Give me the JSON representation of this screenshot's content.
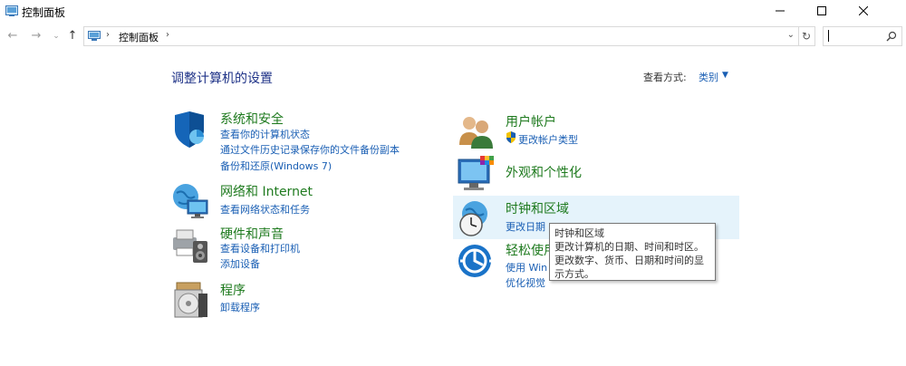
{
  "window": {
    "title": "控制面板",
    "minimize_icon": "minimize-icon",
    "maximize_icon": "maximize-icon",
    "close_icon": "close-icon"
  },
  "address_bar": {
    "breadcrumb": [
      "控制面板"
    ],
    "search_placeholder": ""
  },
  "main": {
    "heading": "调整计算机的设置",
    "view_by_label": "查看方式:",
    "view_by_value": "类别"
  },
  "categories": {
    "system_security": {
      "title": "系统和安全",
      "links": [
        "查看你的计算机状态",
        "通过文件历史记录保存你的文件备份副本",
        "备份和还原(Windows 7)"
      ]
    },
    "network": {
      "title": "网络和 Internet",
      "links": [
        "查看网络状态和任务"
      ]
    },
    "hardware": {
      "title": "硬件和声音",
      "links": [
        "查看设备和打印机",
        "添加设备"
      ]
    },
    "programs": {
      "title": "程序",
      "links": [
        "卸载程序"
      ]
    },
    "user_accounts": {
      "title": "用户帐户",
      "links": [
        "更改帐户类型"
      ]
    },
    "appearance": {
      "title": "外观和个性化",
      "links": []
    },
    "clock_region": {
      "title": "时钟和区域",
      "links": [
        "更改日期"
      ]
    },
    "ease_of_access": {
      "title": "轻松使用",
      "links": [
        "使用 Win",
        "优化视觉"
      ]
    }
  },
  "tooltip": {
    "title": "时钟和区域",
    "body": "更改计算机的日期、时间和时区。更改数字、货币、日期和时间的显示方式。"
  }
}
